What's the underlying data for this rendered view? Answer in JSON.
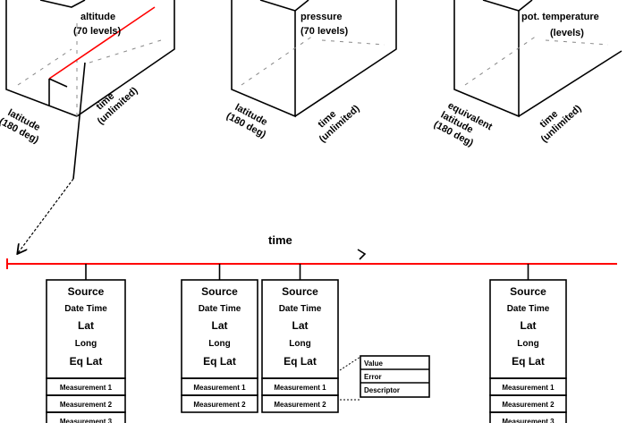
{
  "cubes": [
    {
      "value_axis": "altitude",
      "value_levels": "(70 levels)",
      "x_axis": [
        "latitude",
        "(180 deg)"
      ],
      "time_axis": [
        "time",
        "(unlimited)"
      ]
    },
    {
      "value_axis": "pressure",
      "value_levels": "(70 levels)",
      "x_axis": [
        "latitude",
        "(180 deg)"
      ],
      "time_axis": [
        "time",
        "(unlimited)"
      ]
    },
    {
      "value_axis": "pot. temperature",
      "value_levels": "(levels)",
      "x_axis": [
        "equivalent",
        "latitude",
        "(180 deg)"
      ],
      "time_axis": [
        "time",
        "(unlimited)"
      ]
    }
  ],
  "timeline": {
    "label": "time",
    "color": "#ff0000"
  },
  "records": [
    {
      "fields": [
        "Source",
        "Date Time",
        "Lat",
        "Long",
        "Eq Lat"
      ],
      "measurements": [
        "Measurement 1",
        "Measurement 2",
        "Measurement 3"
      ]
    },
    {
      "fields": [
        "Source",
        "Date Time",
        "Lat",
        "Long",
        "Eq Lat"
      ],
      "measurements": [
        "Measurement 1",
        "Measurement 2"
      ]
    },
    {
      "fields": [
        "Source",
        "Date Time",
        "Lat",
        "Long",
        "Eq Lat"
      ],
      "measurements": [
        "Measurement 1",
        "Measurement 2"
      ]
    },
    {
      "fields": [
        "Source",
        "Date Time",
        "Lat",
        "Long",
        "Eq Lat"
      ],
      "measurements": [
        "Measurement 1",
        "Measurement 2",
        "Measurement 3"
      ]
    }
  ],
  "measurement_detail": [
    "Value",
    "Error",
    "Descriptor"
  ]
}
